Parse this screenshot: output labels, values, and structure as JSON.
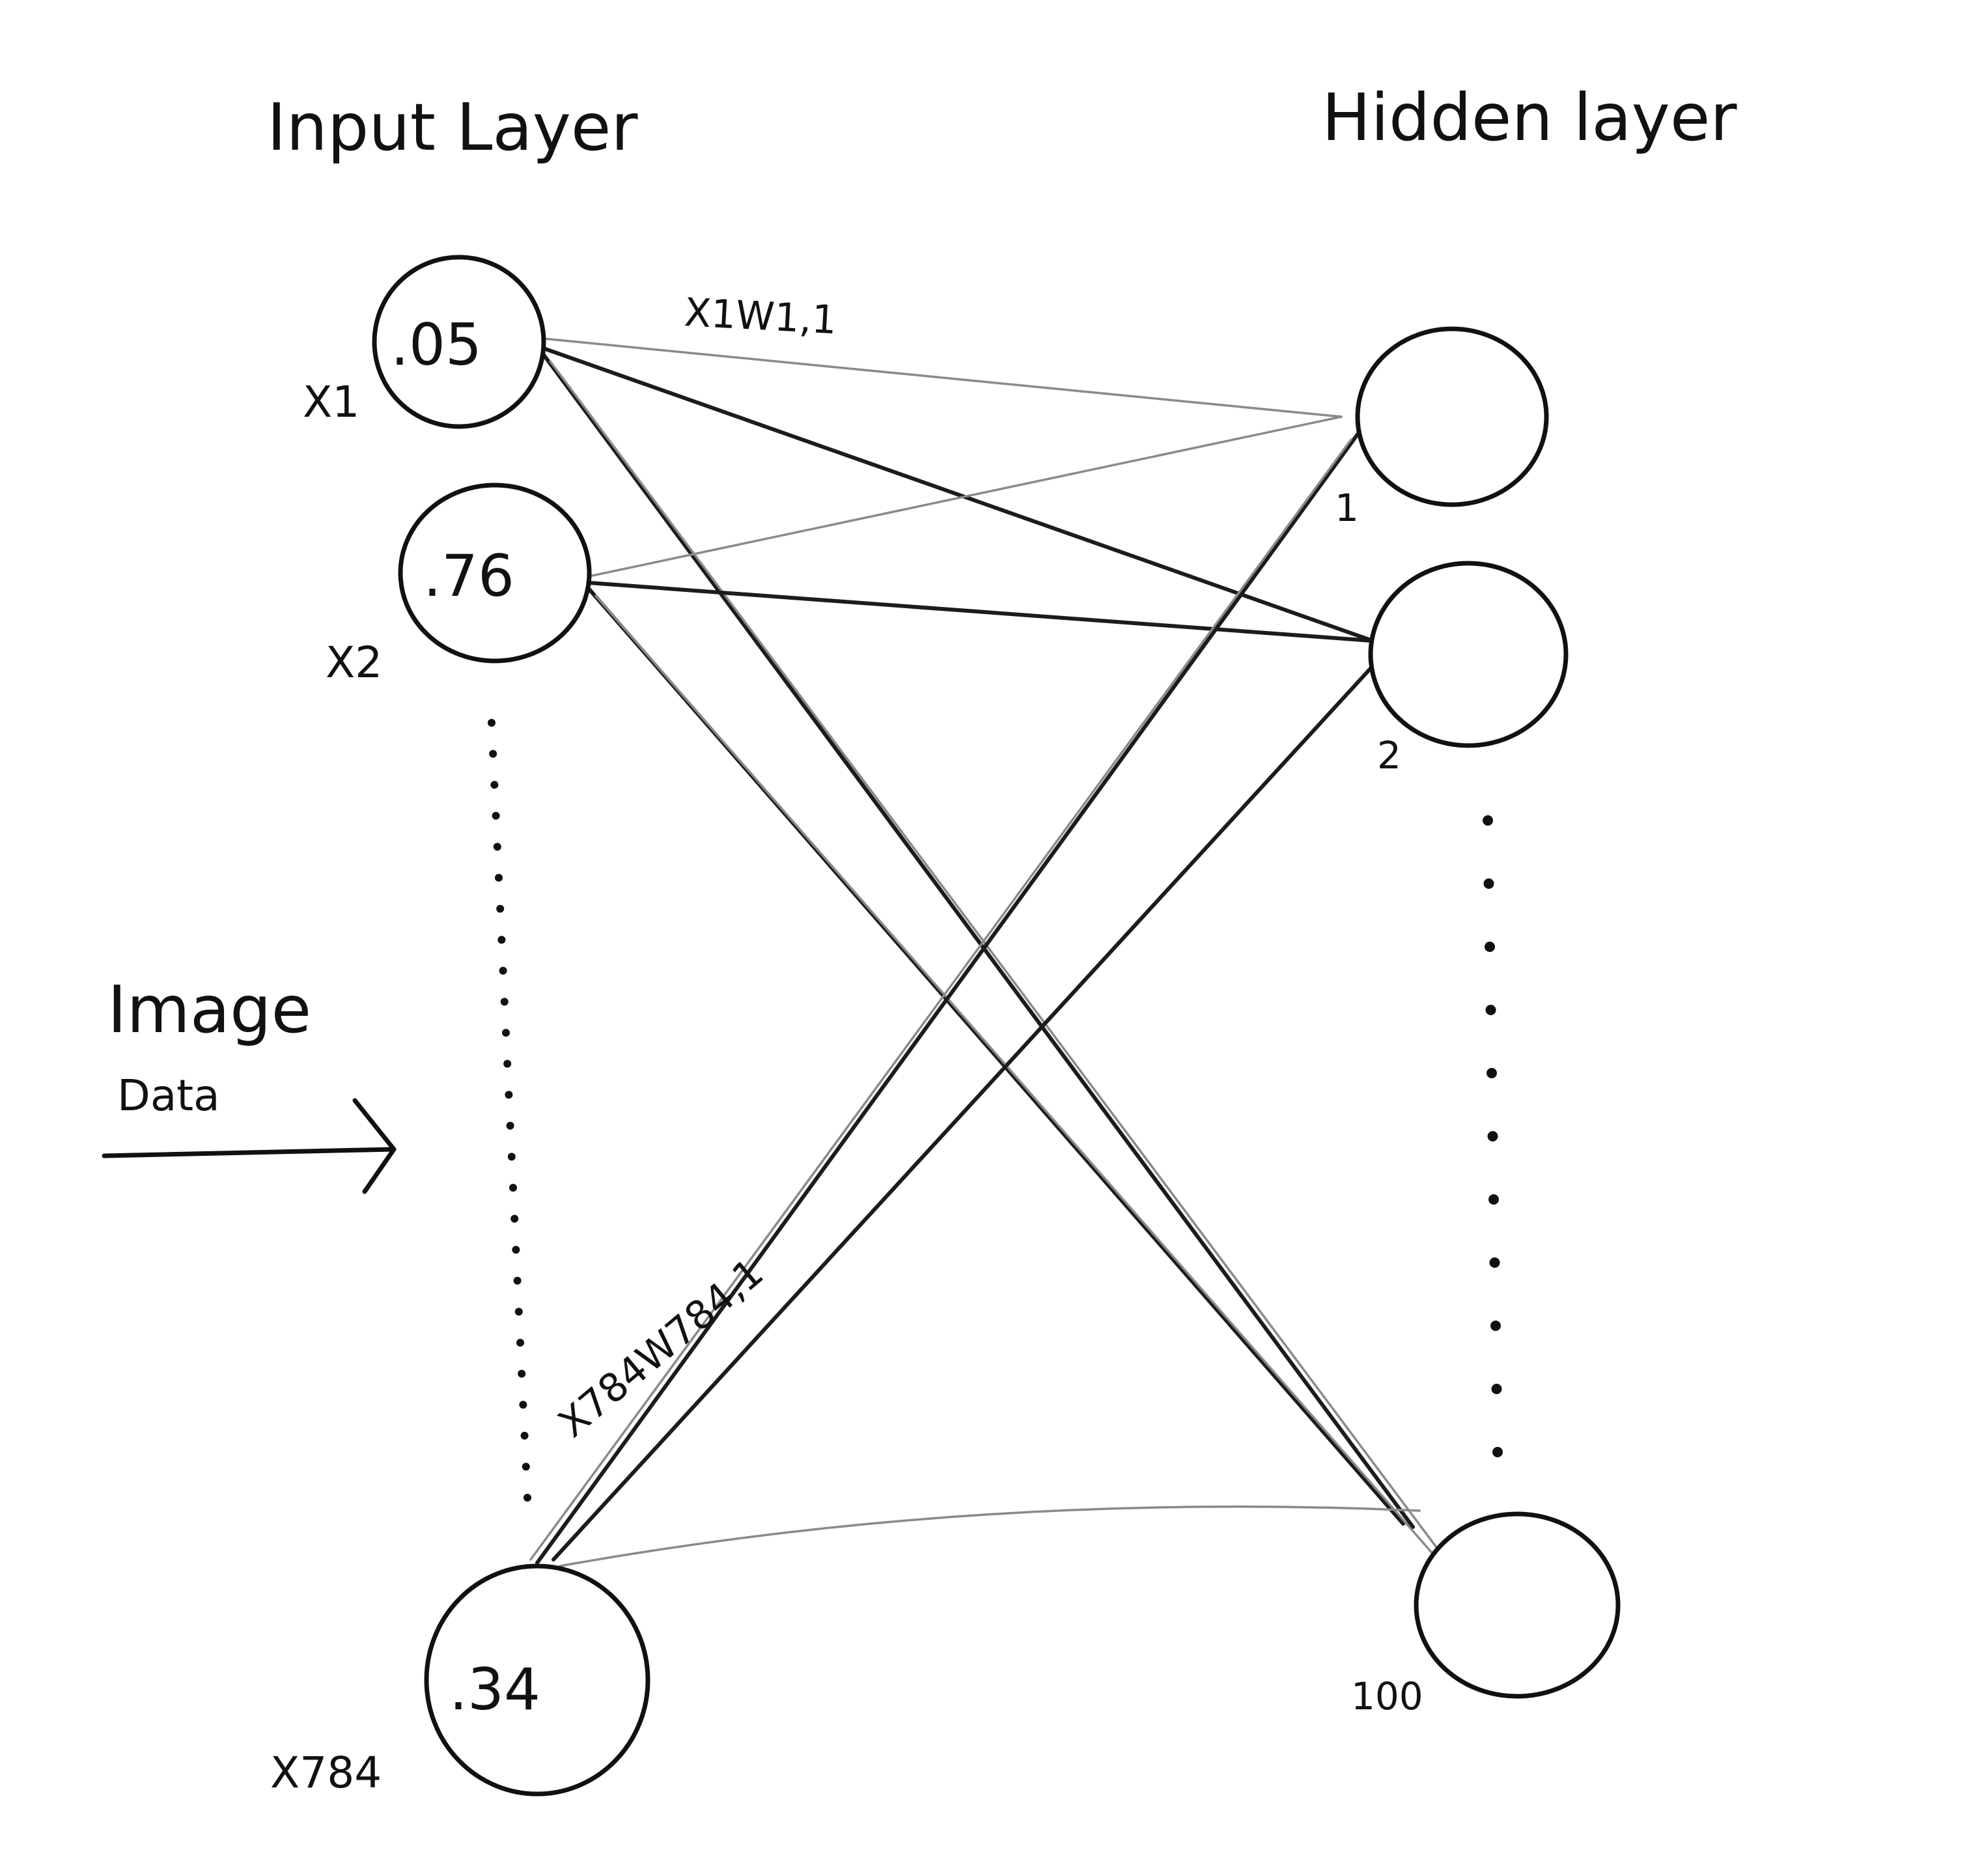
{
  "diagram": {
    "input_layer_title": "Input Layer",
    "hidden_layer_title": "Hidden layer",
    "input_nodes": [
      {
        "value": ".05",
        "label": "X1"
      },
      {
        "value": ".76",
        "label": "X2"
      },
      {
        "value": ".34",
        "label": "X784"
      }
    ],
    "hidden_nodes": [
      {
        "label": "1"
      },
      {
        "label": "2"
      },
      {
        "label": "100"
      }
    ],
    "weight_labels": {
      "top": "X1W1,1",
      "bottom": "X784W784,1"
    },
    "image_data_label_line1": "Image",
    "image_data_label_line2": "Data"
  },
  "colors": {
    "ink": "#111111",
    "faint_pencil": "#8a8a8a"
  }
}
